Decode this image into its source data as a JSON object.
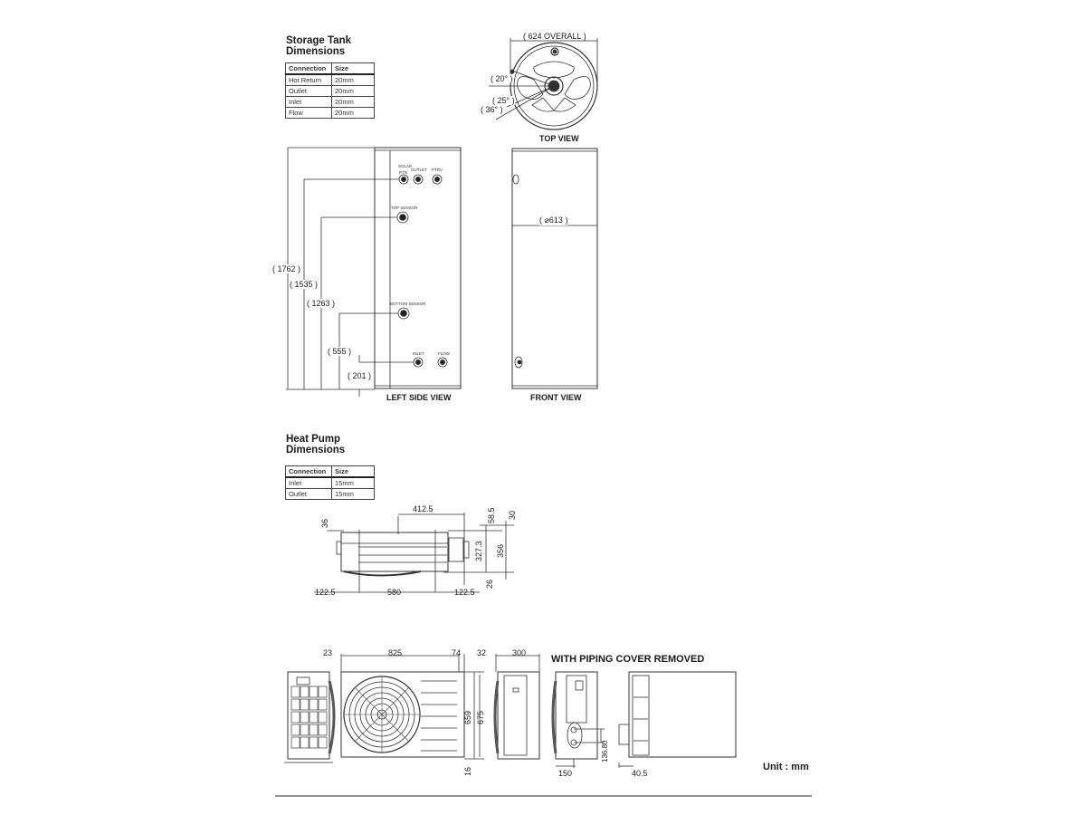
{
  "storage_tank": {
    "title_line1": "Storage Tank",
    "title_line2": "Dimensions",
    "table": {
      "headers": [
        "Connection",
        "Size"
      ],
      "rows": [
        [
          "Hot Return",
          "20mm"
        ],
        [
          "Outlet",
          "20mm"
        ],
        [
          "Inlet",
          "20mm"
        ],
        [
          "Flow",
          "20mm"
        ]
      ]
    },
    "top_view": {
      "label": "TOP VIEW",
      "overall": "624 OVERALL",
      "angles": [
        "20°",
        "25°",
        "36°"
      ]
    },
    "left_side_view": {
      "label": "LEFT SIDE VIEW",
      "ports": [
        "SOLAR",
        "RTN",
        "OUTLET",
        "PTRV",
        "TOP SENSOR",
        "BOTTOM SENSOR",
        "INLET",
        "FLOW"
      ],
      "heights": [
        "1762",
        "1535",
        "1263",
        "555",
        "201"
      ]
    },
    "front_view": {
      "label": "FRONT VIEW",
      "diameter": "⌀613"
    }
  },
  "heat_pump": {
    "title_line1": "Heat Pump",
    "title_line2": "Dimensions",
    "table": {
      "headers": [
        "Connection",
        "Size"
      ],
      "rows": [
        [
          "Inlet",
          "15mm"
        ],
        [
          "Outlet",
          "15mm"
        ]
      ]
    },
    "plan_view": {
      "dims": {
        "top_width": "412.5",
        "left_offset": "36",
        "right_top_a": "58.5",
        "right_top_b": "30",
        "height_inner": "327.3",
        "height_outer": "356",
        "bottom_right": "26",
        "foot_left": "122.5",
        "foot_span": "580",
        "foot_right": "122.5"
      }
    },
    "elevations": {
      "dims": {
        "left_gap": "23",
        "width": "825",
        "right_gap": "74",
        "side_gap": "32",
        "depth": "300",
        "height_body": "659",
        "height_total": "675",
        "feet": "16",
        "port_spacing": "136.80",
        "port_offset": "150",
        "cover_offset": "40.5"
      },
      "piping_cover_label": "WITH PIPING COVER REMOVED",
      "unit_label": "Unit : mm"
    }
  }
}
